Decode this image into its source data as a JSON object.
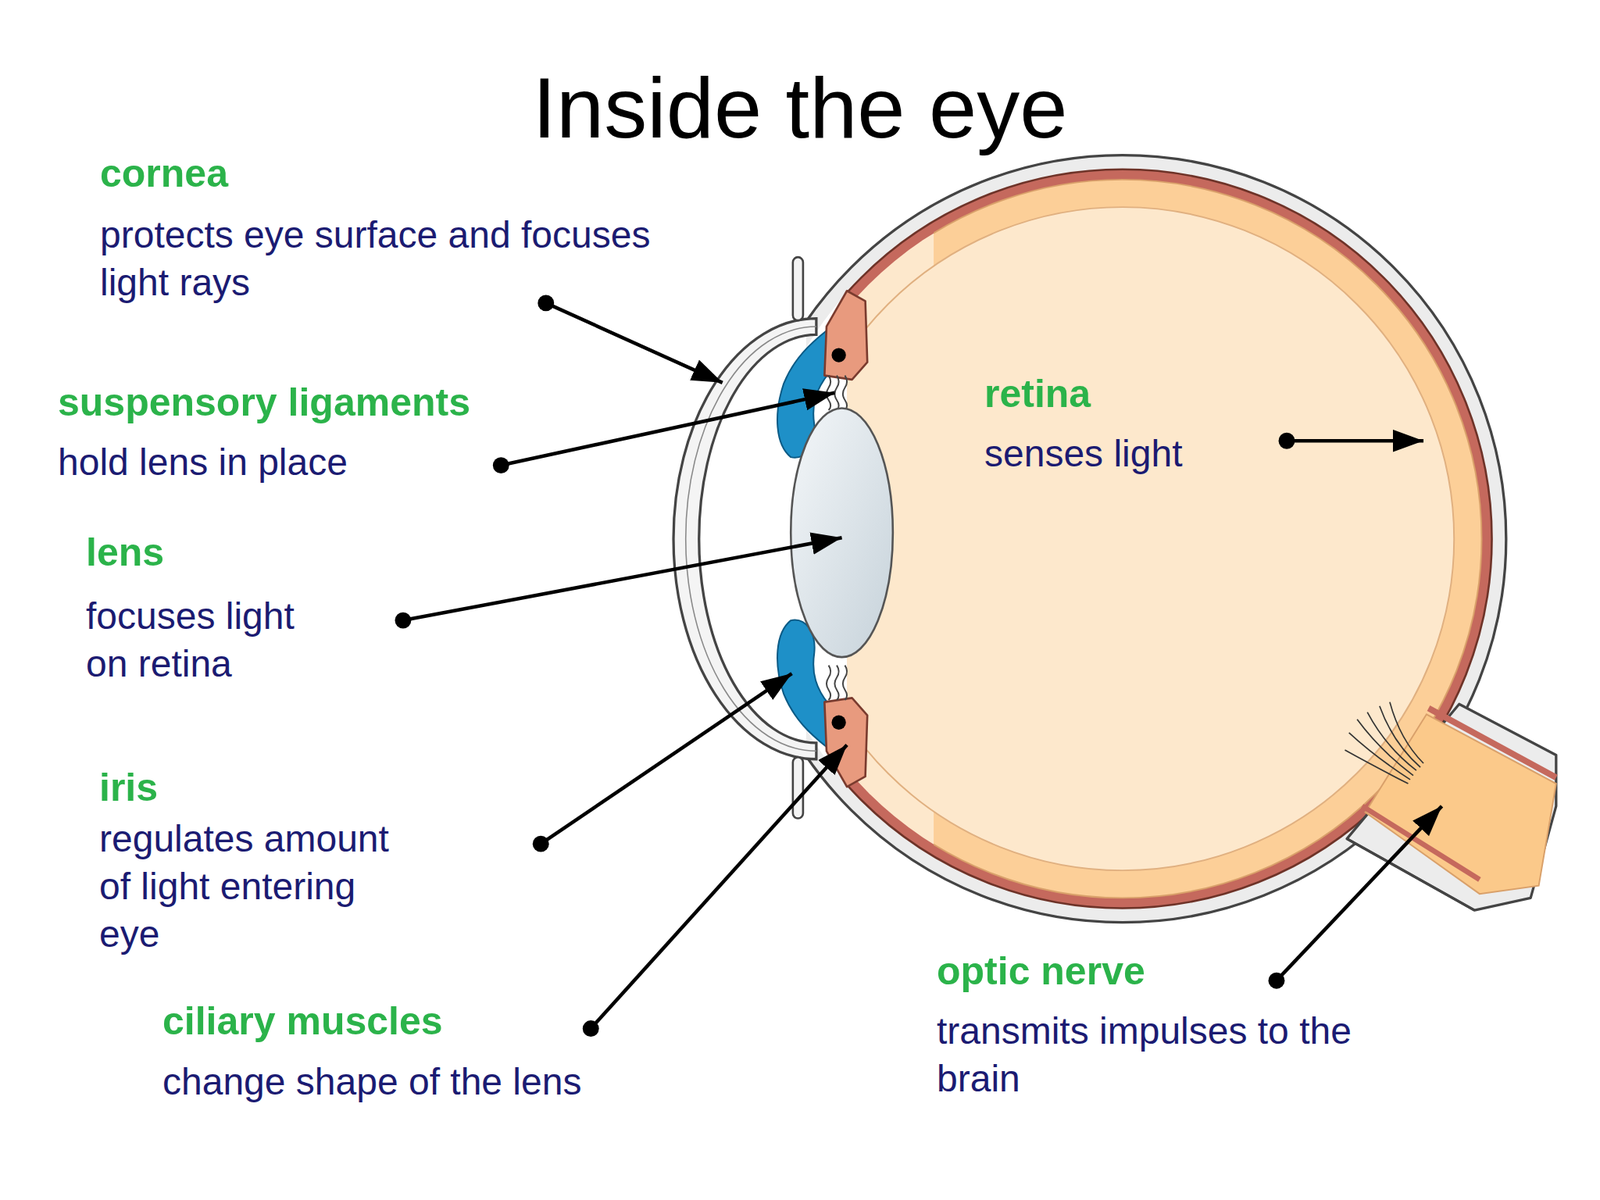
{
  "diagram": {
    "title": "Inside the eye",
    "labels": [
      "cornea",
      "protects eye surface and focuses light rays",
      "suspensory ligaments",
      "hold lens in place",
      "lens",
      "focuses light on retina",
      "iris",
      "regulates amount of light entering eye",
      "retina",
      "senses light",
      "ciliary muscles",
      "change shape of the lens",
      "optic nerve",
      "transmits impulses to the brain"
    ]
  }
}
